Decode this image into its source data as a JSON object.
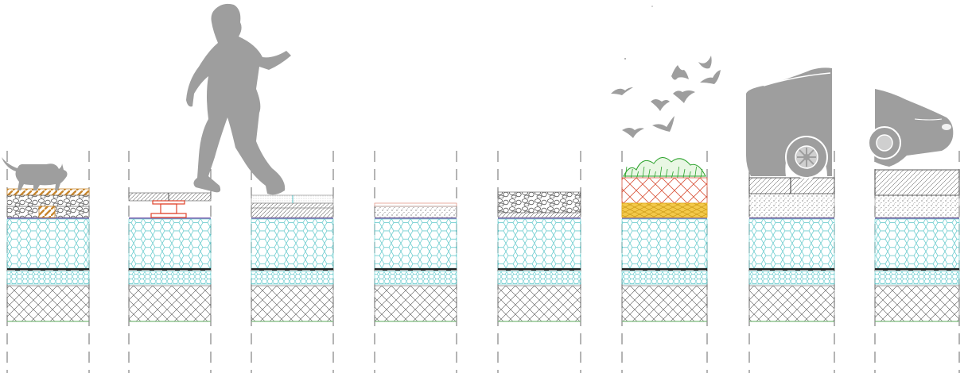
{
  "diagram": {
    "kind": "pavement-buildup-sections",
    "columns": [
      {
        "id": "terrace-tiles-on-pedestals-cat",
        "figure": "cat-icon"
      },
      {
        "id": "raised-deck-on-pedestals",
        "figure": "pedestal-support-icon"
      },
      {
        "id": "paving-slabs-on-mortar",
        "figure": "walking-person-icon"
      },
      {
        "id": "thin-gravel-surface",
        "figure": null
      },
      {
        "id": "pebble-gravel-layer",
        "figure": null
      },
      {
        "id": "green-roof-vegetation",
        "figure": "birds-icon"
      },
      {
        "id": "asphalt-driveway-car-side",
        "figure": "car-side-icon"
      },
      {
        "id": "asphalt-driveway-car-front",
        "figure": "car-front-icon"
      }
    ],
    "colors": {
      "insulation_hex": "#57c5c8",
      "membrane": "#222222",
      "wood_orange": "#c7862d",
      "pedestal_red": "#e0442c",
      "vegetation_green": "#2aa12a",
      "drainage_yellow": "#e8b01a",
      "substrate_red": "#d9533a",
      "base_green_line": "#7bb97b",
      "silhouette_gray": "#9e9e9e"
    }
  }
}
